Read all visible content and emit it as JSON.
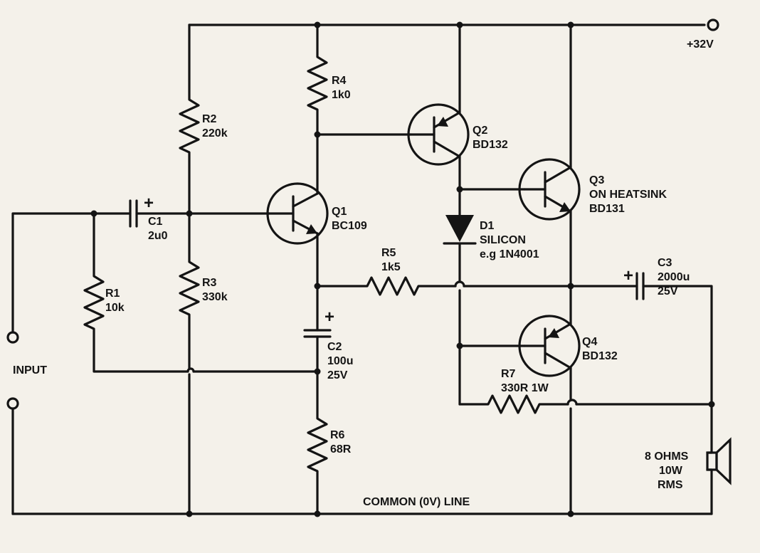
{
  "supply": {
    "label": "+32V"
  },
  "common": {
    "label": "COMMON (0V) LINE"
  },
  "input": {
    "label": "INPUT"
  },
  "components": {
    "R1": {
      "ref": "R1",
      "value": "10k"
    },
    "R2": {
      "ref": "R2",
      "value": "220k"
    },
    "R3": {
      "ref": "R3",
      "value": "330k"
    },
    "R4": {
      "ref": "R4",
      "value": "1k0"
    },
    "R5": {
      "ref": "R5",
      "value": "1k5"
    },
    "R6": {
      "ref": "R6",
      "value": "68R"
    },
    "R7": {
      "ref": "R7",
      "value": "330R  1W"
    },
    "C1": {
      "ref": "C1",
      "value": "2u0"
    },
    "C2": {
      "ref": "C2",
      "value": "100u",
      "rating": "25V"
    },
    "C3": {
      "ref": "C3",
      "value": "2000u",
      "rating": "25V"
    },
    "Q1": {
      "ref": "Q1",
      "part": "BC109"
    },
    "Q2": {
      "ref": "Q2",
      "part": "BD132"
    },
    "Q3": {
      "ref": "Q3",
      "note": "ON HEATSINK",
      "part": "BD131"
    },
    "Q4": {
      "ref": "Q4",
      "part": "BD132"
    },
    "D1": {
      "ref": "D1",
      "type": "SILICON",
      "part": "e.g 1N4001"
    },
    "speaker": {
      "impedance": "8 OHMS",
      "power": "10W",
      "rating": "RMS"
    }
  },
  "polarity": {
    "plus": "+"
  }
}
